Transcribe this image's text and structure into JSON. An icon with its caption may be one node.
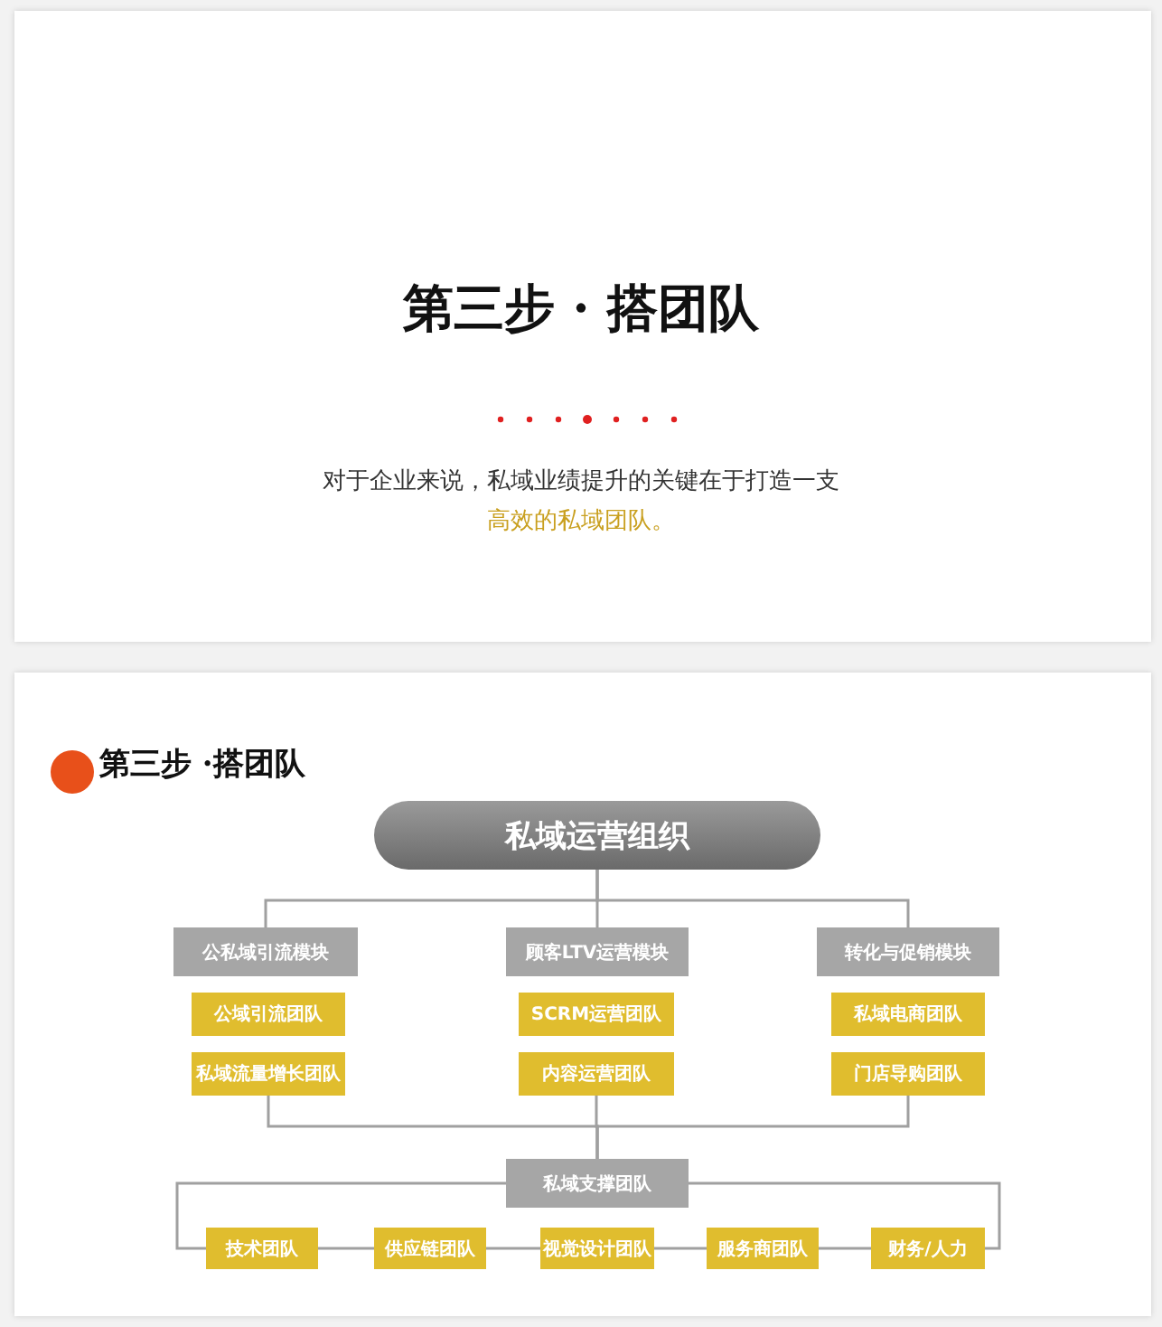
{
  "diagram": {
    "title": "第三步 · 搭团队",
    "nodes": [
      {
        "text": [
          "私域运营组织"
        ]
      },
      {
        "text": [
          "公私域引流模块"
        ]
      },
      {
        "text": [
          "顾客LTV运营模块"
        ]
      },
      {
        "text": [
          "转化与促销模块"
        ]
      },
      {
        "text": [
          "公域引流团队"
        ]
      },
      {
        "text": [
          "私域流量增长团队"
        ]
      },
      {
        "text": [
          "SCRM运营团队"
        ]
      },
      {
        "text": [
          "内容运营团队"
        ]
      },
      {
        "text": [
          "私域电商团队"
        ]
      },
      {
        "text": [
          "门店导购团队"
        ]
      },
      {
        "text": [
          "私域支撑团队"
        ]
      },
      {
        "text": [
          "技术团队"
        ]
      },
      {
        "text": [
          "供应链团队"
        ]
      },
      {
        "text": [
          "视觉设计团队"
        ]
      },
      {
        "text": [
          "服务商团队"
        ]
      },
      {
        "text": [
          "财务/人力"
        ]
      }
    ],
    "edges": [
      {
        "from": 0,
        "to": 1,
        "arrow": "none"
      },
      {
        "from": 0,
        "to": 2,
        "arrow": "none"
      },
      {
        "from": 0,
        "to": 3,
        "arrow": "none"
      },
      {
        "from": 5,
        "to": 10,
        "arrow": "none"
      },
      {
        "from": 7,
        "to": 10,
        "arrow": "none"
      },
      {
        "from": 9,
        "to": 10,
        "arrow": "none"
      },
      {
        "from": 10,
        "to": 11,
        "arrow": "none"
      },
      {
        "from": 11,
        "to": 12,
        "arrow": "none"
      },
      {
        "from": 12,
        "to": 13,
        "arrow": "none"
      },
      {
        "from": 13,
        "to": 14,
        "arrow": "none"
      },
      {
        "from": 14,
        "to": 15,
        "arrow": "none"
      },
      {
        "from": 10,
        "to": 15,
        "arrow": "none"
      }
    ],
    "labels": [
      "对于企业来说，私域业绩提升的关键在于打造一支",
      "高效的私域团队。",
      "第三步 ·搭团队"
    ]
  }
}
